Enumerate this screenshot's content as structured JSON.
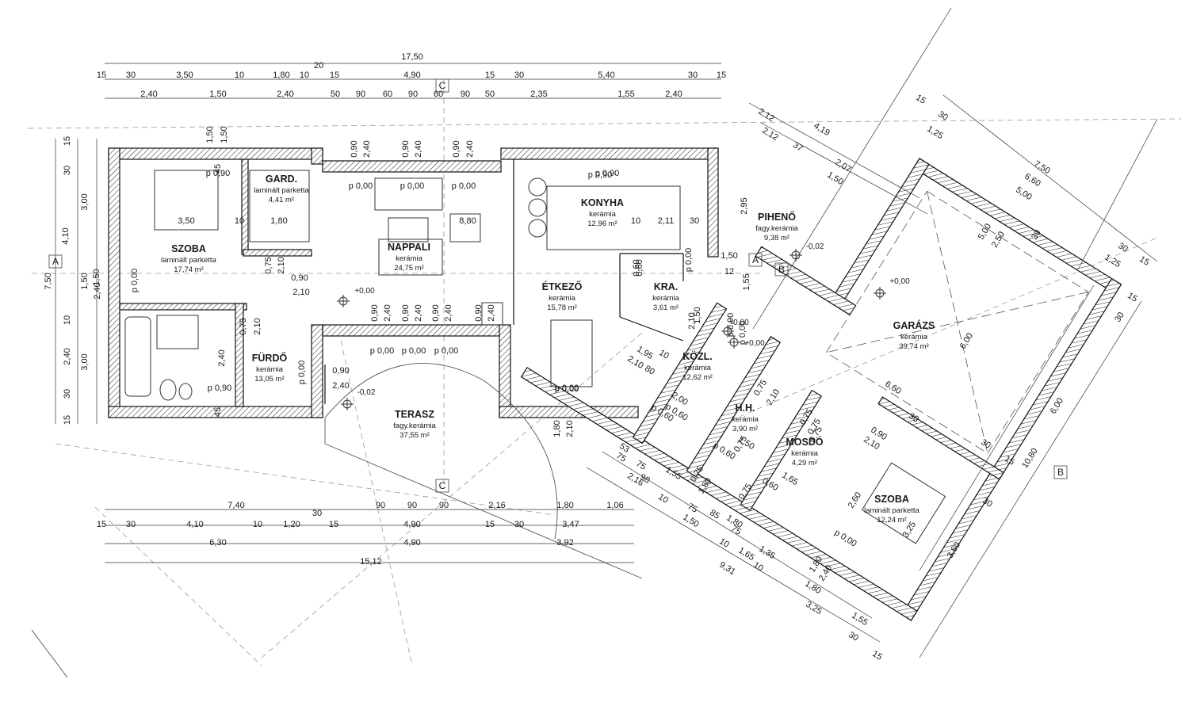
{
  "rooms": [
    {
      "id": "szoba-left",
      "name": "SZOBA",
      "material": "laminált parketta",
      "area": "17,74 m²"
    },
    {
      "id": "gard",
      "name": "GARD.",
      "material": "laminált parketta",
      "area": "4,41 m²"
    },
    {
      "id": "nappali",
      "name": "NAPPALI",
      "material": "kerámia",
      "area": "24,75 m²"
    },
    {
      "id": "konyha",
      "name": "KONYHA",
      "material": "kerámia",
      "area": "12,96 m²"
    },
    {
      "id": "pihen",
      "name": "PIHENŐ",
      "material": "fagy.kerámia",
      "area": "9,38 m²"
    },
    {
      "id": "etkezo",
      "name": "ÉTKEZŐ",
      "material": "kerámia",
      "area": "15,78 m²"
    },
    {
      "id": "kra",
      "name": "KRA.",
      "material": "kerámia",
      "area": "3,61 m²"
    },
    {
      "id": "furdo",
      "name": "FÜRDŐ",
      "material": "kerámia",
      "area": "13,05 m²"
    },
    {
      "id": "terasz",
      "name": "TERASZ",
      "material": "fagy.kerámia",
      "area": "37,55 m²"
    },
    {
      "id": "garazs",
      "name": "GARÁZS",
      "material": "kerámia",
      "area": "39,74 m²"
    },
    {
      "id": "kozl",
      "name": "KÖZL.",
      "material": "kerámia",
      "area": "12,62 m²"
    },
    {
      "id": "hh",
      "name": "H.H.",
      "material": "kerámia",
      "area": "3,90 m²"
    },
    {
      "id": "mosdo",
      "name": "MOSDÓ",
      "material": "kerámia",
      "area": "4,29 m²"
    },
    {
      "id": "szoba-right",
      "name": "SZOBA",
      "material": "laminált parketta",
      "area": "12,24 m²"
    }
  ],
  "levels": [
    "+0,00",
    "+0,00",
    "-0,02",
    "-0,02",
    "+0,00",
    "+0,00"
  ],
  "sections": [
    "A",
    "A",
    "B",
    "B",
    "C",
    "C"
  ],
  "dims_top": {
    "row1": [
      "17,50",
      "20"
    ],
    "row2": [
      "15",
      "30",
      "3,50",
      "10",
      "1,80",
      "10",
      "15",
      "4,90",
      "15",
      "30",
      "5,40",
      "30",
      "15"
    ],
    "row3": [
      "2,40",
      "1,50",
      "2,40",
      "50",
      "90",
      "60",
      "90",
      "60",
      "90",
      "50",
      "2,35",
      "1,55",
      "2,40"
    ]
  },
  "dims_bottom": {
    "row1": [
      "7,40",
      "90",
      "90",
      "90",
      "2,16",
      "1,80",
      "1,06",
      "30"
    ],
    "row2": [
      "15",
      "30",
      "4,10",
      "10",
      "1,20",
      "15",
      "4,90",
      "15",
      "30",
      "3,47"
    ],
    "row3": [
      "6,30",
      "4,90",
      "3,92"
    ],
    "row4": [
      "15,12"
    ]
  },
  "dims_left": [
    "7,50",
    "4,10",
    "3,00",
    "3,00",
    "2,40",
    "1,50",
    "2,40",
    "30",
    "15",
    "10",
    "30",
    "15",
    "1,50"
  ],
  "dims_inner": [
    "p 0,90",
    "p 0,00",
    "p 0,00",
    "p 0,00",
    "p 0,90",
    "3,50",
    "1,80",
    "10",
    "45",
    "45",
    "8,80",
    "1,50",
    "1,50",
    "0,90",
    "2,40",
    "0,90",
    "2,40",
    "0,90",
    "2,40",
    "2,11",
    "10",
    "30",
    "0,75",
    "2,10",
    "0,90",
    "2,10",
    "0,90",
    "2,40",
    "0,90",
    "2,40",
    "0,90",
    "2,40",
    "0,90",
    "2,40",
    "p 0,00",
    "p 0,00",
    "p 0,00",
    "p 0,00",
    "0,75",
    "2,10",
    "2,40",
    "p 0,90",
    "0,90",
    "2,40",
    "p 0,00",
    "p 0,00",
    "1,80",
    "2,10",
    "0,60",
    "0,60",
    "1,50",
    "12",
    "p 0,00",
    "1,55",
    "1,50",
    "2,10",
    "p 0,90",
    "p 0,00",
    "p 0,90",
    "p 0,00"
  ],
  "dims_right": [
    "2,12",
    "4,19",
    "2,12",
    "37",
    "2,07",
    "1,50",
    "2,95",
    "15",
    "30",
    "1,25",
    "7,50",
    "6,60",
    "5,00",
    "5,00",
    "2,50",
    "30",
    "30",
    "1,25",
    "15",
    "6,00",
    "6,60",
    "6,00",
    "10,80",
    "30",
    "15",
    "30",
    "3,60",
    "30",
    "15",
    "0,90",
    "2,10",
    "30",
    "2,60",
    "3,25",
    "p 0,00",
    "1,80",
    "2,40",
    "1,80",
    "3,25",
    "1,55",
    "30",
    "15",
    "9,31",
    "1,35",
    "10",
    "1,65",
    "10",
    "1,50",
    "85",
    "75",
    "75",
    "1,80",
    "2,16",
    "10",
    "98",
    "75",
    "53",
    "75",
    "1,55",
    "2,10",
    "80",
    "1,95",
    "10",
    "2,00",
    "p 0,60",
    "p 0,60",
    "0,75",
    "1,80",
    "0,75",
    "2,10",
    "p 0,60",
    "0,75",
    "1,50",
    "0,75",
    "0,60",
    "1,65",
    "0,75",
    "0,75",
    "0,75"
  ]
}
